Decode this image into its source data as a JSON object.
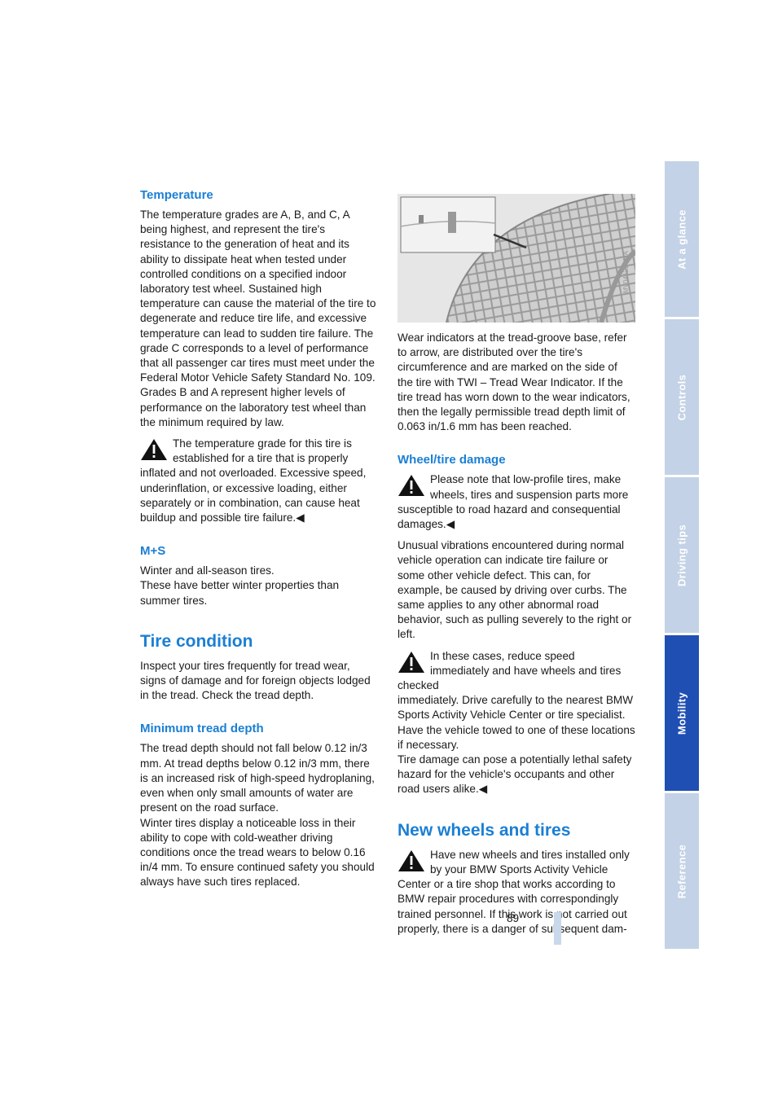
{
  "left": {
    "temperature_heading": "Temperature",
    "temperature_body": "The temperature grades are A, B, and C, A being highest, and represent the tire's resistance to the generation of heat and its ability to dissipate heat when tested under controlled conditions on a specified indoor laboratory test wheel. Sustained high temperature can cause the material of the tire to degenerate and reduce tire life, and excessive temperature can lead to sudden tire failure. The grade C corresponds to a level of performance that all passenger car tires must meet under the Federal Motor Vehicle Safety Standard No. 109. Grades B and A represent higher levels of performance on the laboratory test wheel than the minimum required by law.",
    "temperature_warn_1": "The temperature grade for this tire is established for a tire that is properly",
    "temperature_warn_2": "inflated and not overloaded. Excessive speed, underinflation, or excessive loading, either separately or in combination, can cause heat buildup and possible tire failure.◀",
    "ms_heading": "M+S",
    "ms_line1": "Winter and all-season tires.",
    "ms_line2": "These have better winter properties than summer tires.",
    "tire_condition_heading": "Tire condition",
    "tire_condition_body": "Inspect your tires frequently for tread wear, signs of damage and for foreign objects lodged in the tread. Check the tread depth.",
    "min_tread_heading": "Minimum tread depth",
    "min_tread_p1": "The tread depth should not fall below 0.12 in/3 mm. At tread depths below 0.12 in/3 mm, there is an increased risk of high-speed hydroplaning, even when only small amounts of water are present on the road surface.",
    "min_tread_p2": "Winter tires display a noticeable loss in their ability to cope with cold-weather driving conditions once the tread wears to below 0.16 in/4 mm. To ensure continued safety you should always have such tires replaced."
  },
  "right": {
    "photo_code": "MV04121CMA",
    "wear_body": "Wear indicators at the tread-groove base, refer to arrow, are distributed over the tire's circumference and are marked on the side of the tire with TWI – Tread Wear Indicator. If the tire tread has worn down to the wear indicators, then the legally permissible tread depth limit of 0.063 in/1.6 mm has been reached.",
    "damage_heading": "Wheel/tire damage",
    "damage_warn_1": "Please note that low-profile tires, make wheels, tires and suspension parts more",
    "damage_warn_2": "susceptible to road hazard and consequential damages.◀",
    "damage_body": "Unusual vibrations encountered during normal vehicle operation can indicate tire failure or some other vehicle defect. This can, for example, be caused by driving over curbs. The same applies to any other abnormal road behavior, such as pulling severely to the right or left.",
    "damage_warn2_1": "In these cases, reduce speed immediately and have wheels and tires checked",
    "damage_warn2_2": "immediately. Drive carefully to the nearest BMW Sports Activity Vehicle Center or tire specialist. Have the vehicle towed to one of these locations if necessary.",
    "damage_warn2_3": "Tire damage can pose a potentially lethal safety hazard for the vehicle's occupants and other road users alike.◀",
    "new_heading": "New wheels and tires",
    "new_warn_1": "Have new wheels and tires installed only by your BMW Sports Activity Vehicle",
    "new_warn_2": "Center or a tire shop that works according to BMW repair procedures with correspondingly trained personnel. If this work is not carried out properly, there is a danger of subsequent dam-"
  },
  "page_number": "89",
  "sidebar": {
    "tabs": [
      "At a glance",
      "Controls",
      "Driving tips",
      "Mobility",
      "Reference"
    ],
    "active": "Mobility"
  },
  "colors": {
    "heading": "#1a7fd4",
    "tab_active": "#1f4fb3",
    "tab_inactive": "#c3d2e6"
  }
}
